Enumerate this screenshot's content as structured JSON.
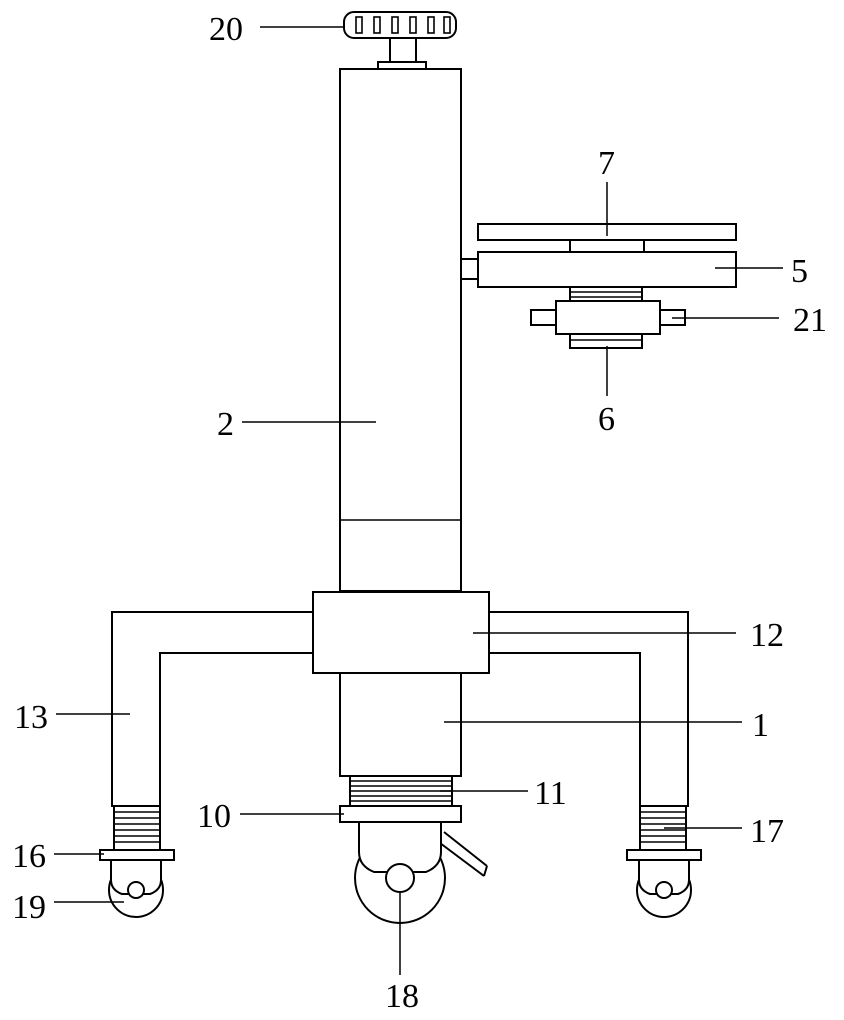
{
  "figure": {
    "labels": {
      "l20": "20",
      "l7": "7",
      "l5": "5",
      "l21": "21",
      "l6": "6",
      "l2": "2",
      "l12": "12",
      "l13": "13",
      "l1": "1",
      "l11": "11",
      "l10": "10",
      "l17": "17",
      "l16": "16",
      "l19": "19",
      "l18": "18"
    }
  }
}
